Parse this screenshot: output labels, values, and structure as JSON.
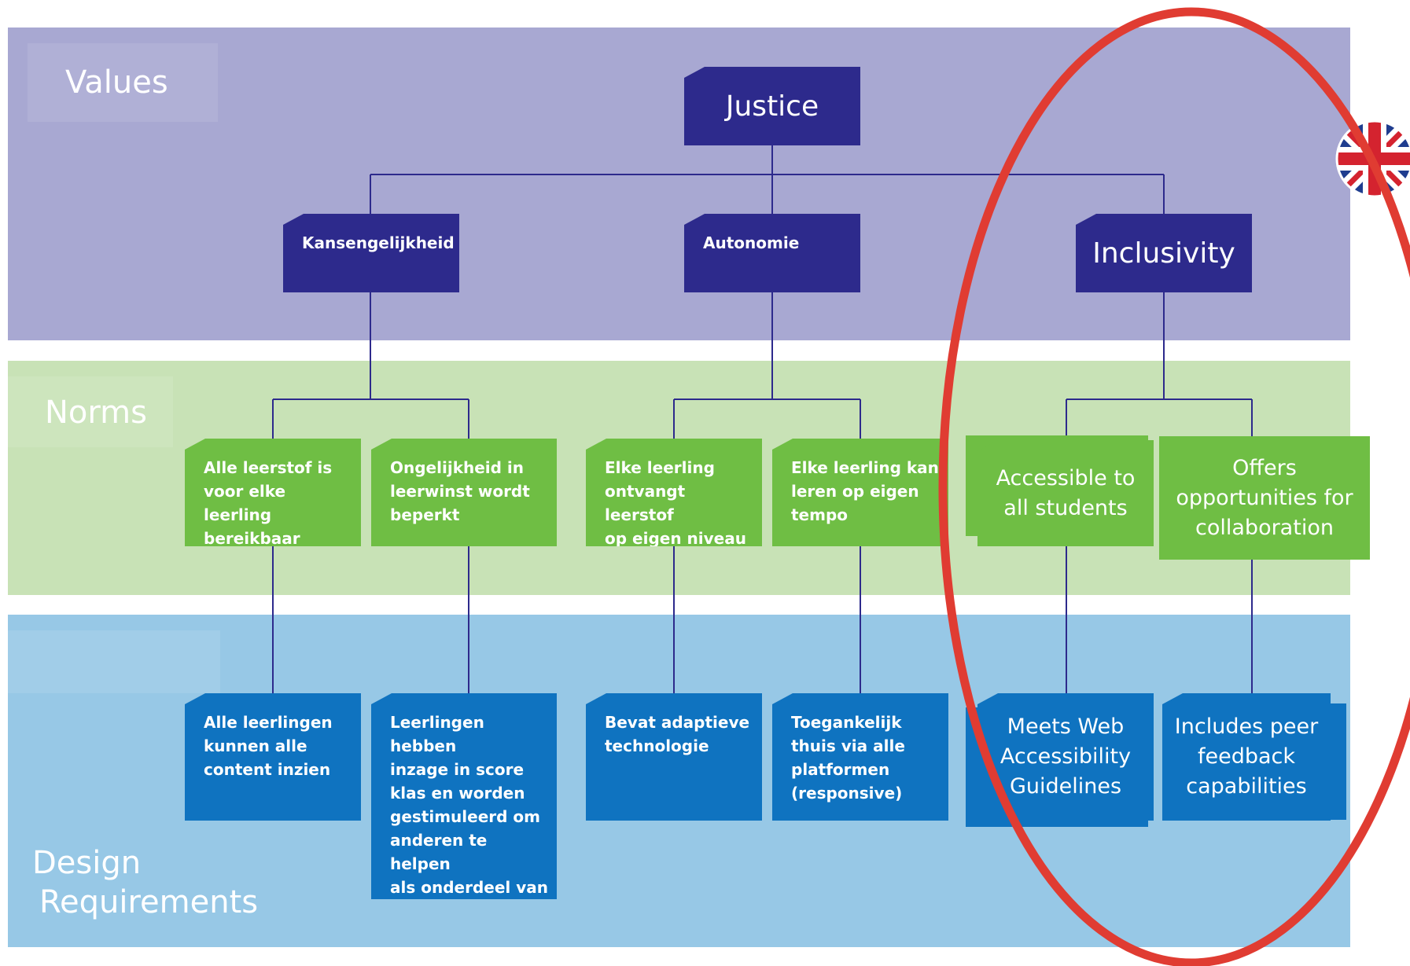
{
  "bands": {
    "values": "Values",
    "norms": "Norms",
    "design_line1": "Design",
    "design_line2": "Requirements"
  },
  "values": {
    "root": "Justice",
    "children": [
      "Kansengelijkheid",
      "Autonomie",
      "Inclusivity"
    ]
  },
  "norms": [
    "Alle leerstof is\nvoor elke leerling\nbereikbaar",
    "Ongelijkheid in\nleerwinst wordt\nbeperkt",
    "Elke leerling\nontvangt leerstof\nop eigen niveau",
    "Elke leerling kan\nleren op eigen\ntempo",
    "Accessible to\nall students",
    "Offers\nopportunities for\ncollaboration"
  ],
  "requirements": [
    "Alle leerlingen\nkunnen alle\ncontent inzien",
    "Leerlingen hebben\ninzage in score\nklas en worden\ngestimuleerd om\nanderen te helpen\nals onderdeel van\nhet leerproces",
    "Bevat adaptieve\ntechnologie",
    "Toegankelijk\nthuis via alle\nplatformen\n(responsive)",
    "Meets Web\nAccessibility\nGuidelines",
    "Includes peer\nfeedback\ncapabilities"
  ],
  "colors": {
    "values_band": "#a8a8d2",
    "norms_band": "#c8e2b6",
    "design_band": "#97c8e6",
    "value_box": "#2d2a8c",
    "norm_box": "#6fbe44",
    "requirement_box": "#0f73c0",
    "highlight_ellipse": "#e03c32"
  },
  "icons": {
    "language_flag": "uk-flag-icon",
    "highlight": "red-ellipse-highlight"
  }
}
